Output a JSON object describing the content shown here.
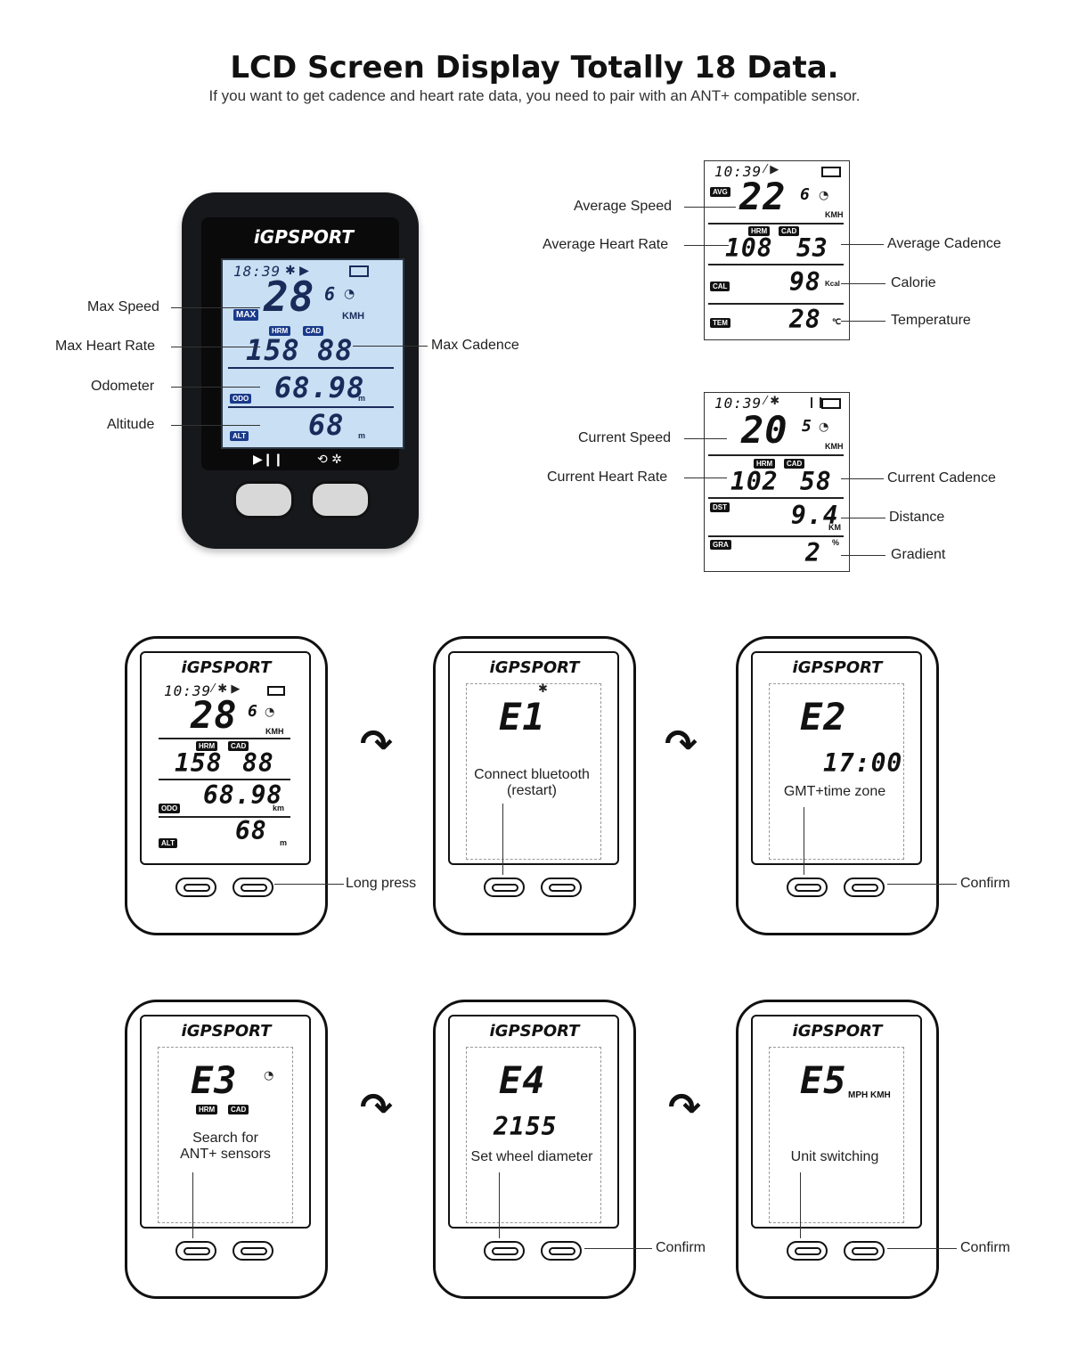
{
  "header": {
    "title": "LCD Screen Display Totally 18 Data.",
    "subtitle": "If you want to get cadence and heart rate data, you need to pair with an ANT+ compatible sensor."
  },
  "brand": "iGPSPORT",
  "main_device": {
    "labels": {
      "max_speed": "Max Speed",
      "max_heart_rate": "Max Heart Rate",
      "odometer": "Odometer",
      "altitude": "Altitude",
      "max_cadence": "Max Cadence"
    },
    "screen": {
      "time": "18:39",
      "speed": "28",
      "speed_decimal": "6",
      "unit_speed": "KMH",
      "tag_max": "MAX",
      "tag_hrm": "HRM",
      "tag_cad": "CAD",
      "heart_rate": "158",
      "cadence": "88",
      "tag_odo": "ODO",
      "odometer": "68.98",
      "unit_m1": "m",
      "tag_alt": "ALT",
      "altitude": "68",
      "unit_m2": "m"
    }
  },
  "avg_panel": {
    "labels": {
      "average_speed": "Average Speed",
      "average_heart_rate": "Average Heart Rate",
      "average_cadence": "Average Cadence",
      "calorie": "Calorie",
      "temperature": "Temperature"
    },
    "screen": {
      "time": "10:39",
      "tag_avg": "AVG",
      "speed": "22",
      "speed_decimal": "6",
      "unit_speed": "KMH",
      "tag_hrm": "HRM",
      "tag_cad": "CAD",
      "heart_rate": "108",
      "cadence": "53",
      "tag_cal": "CAL",
      "calorie": "98",
      "unit_cal": "Kcal",
      "tag_tem": "TEM",
      "temperature": "28",
      "unit_tem": "℃"
    }
  },
  "cur_panel": {
    "labels": {
      "current_speed": "Current Speed",
      "current_heart_rate": "Current Heart Rate",
      "current_cadence": "Current Cadence",
      "distance": "Distance",
      "gradient": "Gradient"
    },
    "screen": {
      "time": "10:39",
      "speed": "20",
      "speed_decimal": "5",
      "unit_speed": "KMH",
      "tag_hrm": "HRM",
      "tag_cad": "CAD",
      "heart_rate": "102",
      "cadence": "58",
      "tag_dst": "DST",
      "distance": "9.4",
      "unit_dst": "KM",
      "tag_gra": "GRA",
      "gradient": "2",
      "unit_gra": "%"
    }
  },
  "steps": {
    "s0": {
      "time": "10:39",
      "speed": "28",
      "speed_decimal": "6",
      "unit_speed": "KMH",
      "tag_hrm": "HRM",
      "tag_cad": "CAD",
      "heart_rate": "158",
      "cadence": "88",
      "tag_odo": "ODO",
      "odometer": "68.98",
      "unit_km": "km",
      "tag_alt": "ALT",
      "altitude": "68",
      "unit_m": "m",
      "callout": "Long press"
    },
    "s1": {
      "code": "E1",
      "text": "Connect bluetooth\n(restart)"
    },
    "s2": {
      "code": "E2",
      "value": "17:00",
      "text": "GMT+time zone",
      "callout": "Confirm"
    },
    "s3": {
      "code": "E3",
      "tag_hrm": "HRM",
      "tag_cad": "CAD",
      "text": "Search for\nANT+ sensors"
    },
    "s4": {
      "code": "E4",
      "value": "2155",
      "text": "Set wheel diameter",
      "callout": "Confirm"
    },
    "s5": {
      "code": "E5",
      "units": "MPH KMH",
      "text": "Unit switching",
      "callout": "Confirm"
    }
  }
}
